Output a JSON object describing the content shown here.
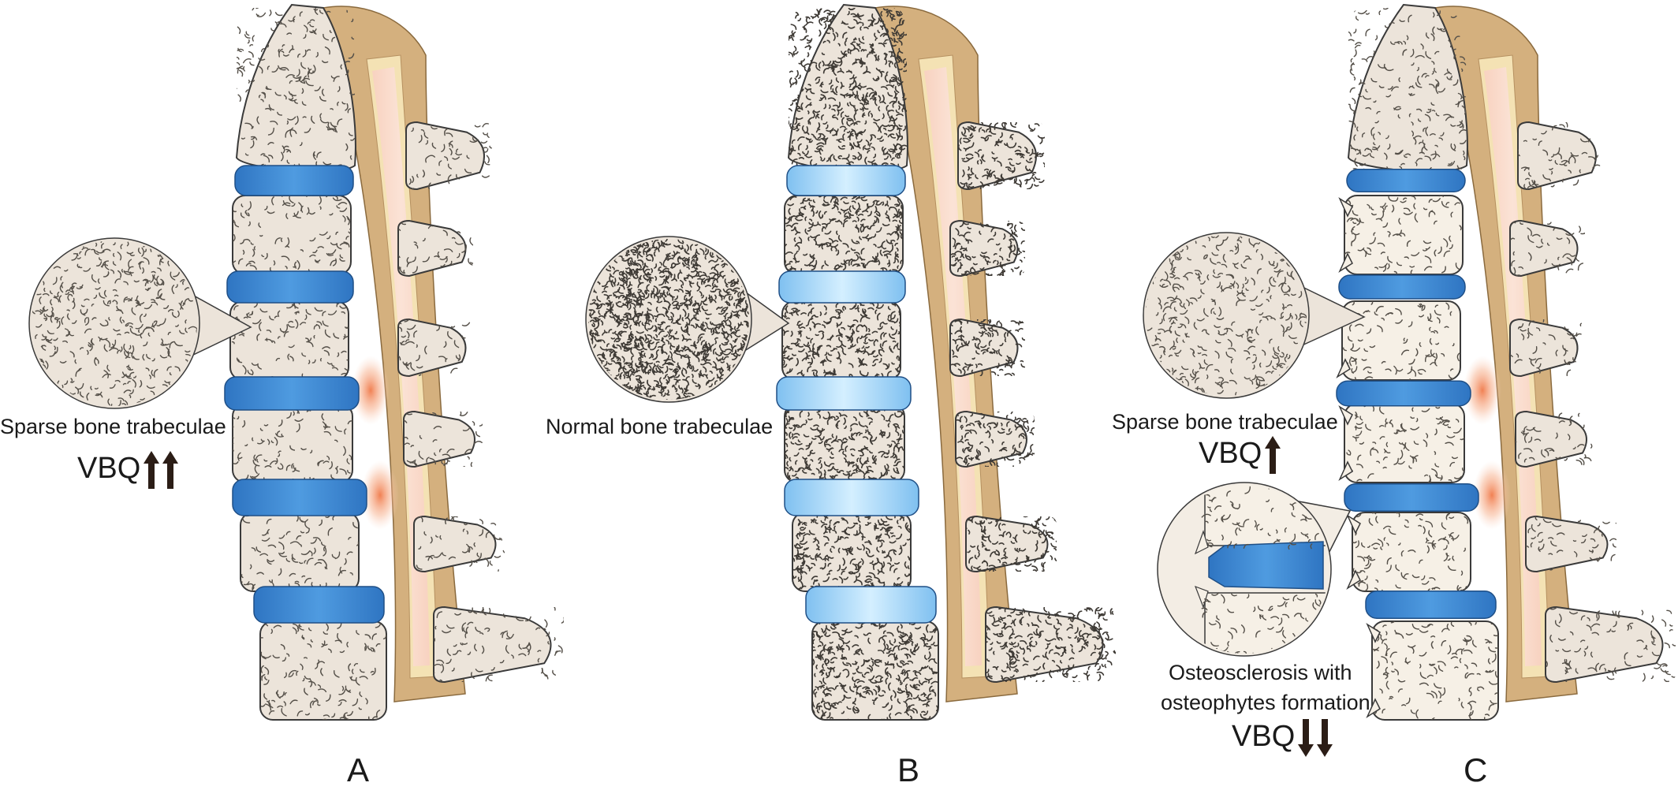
{
  "panels": [
    {
      "letter": "A",
      "caption": "Sparse bone trabeculae",
      "vbq_text": "VBQ",
      "arrows": {
        "direction": "up",
        "count": 2
      },
      "trabecular_density": "sparse",
      "disc_shade": "dark",
      "endplate_glow": true
    },
    {
      "letter": "B",
      "caption": "Normal bone trabeculae",
      "trabecular_density": "normal",
      "disc_shade": "light",
      "endplate_glow": false
    },
    {
      "letter": "C",
      "caption": "Sparse bone trabeculae",
      "vbq_text": "VBQ",
      "arrows": {
        "direction": "up",
        "count": 1
      },
      "secondary_caption_line1": "Osteosclerosis with",
      "secondary_caption_line2": "osteophytes formation",
      "secondary_vbq_text": "VBQ",
      "secondary_arrows": {
        "direction": "down",
        "count": 2
      },
      "trabecular_density": "sparse",
      "disc_shade": "dark",
      "endplate_glow": true
    }
  ],
  "colors": {
    "bone": "#ece4da",
    "bone_light": "#f6f0e6",
    "bone_outline": "#3a3a3a",
    "trabecula": "#555049",
    "trabecula_dense": "#3e3a35",
    "disc_dark": "#3d86d0",
    "disc_light": "#a9d8f7",
    "cord_outer": "#d4b07e",
    "cord_inner": "#f4e2b4",
    "cord_core": "#f9d8c6",
    "glow": "#f07a4a",
    "arrow": "#2b1d16"
  }
}
